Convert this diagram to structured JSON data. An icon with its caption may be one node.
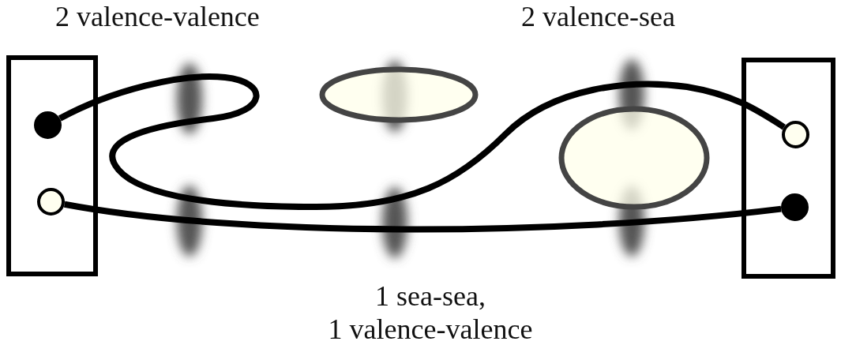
{
  "diagram": {
    "nodes": [
      {
        "text": [],
        "shape": "box"
      },
      {
        "text": [],
        "shape": "circle",
        "in": 0
      },
      {
        "text": [],
        "shape": "circle",
        "in": 0
      },
      {
        "text": [],
        "shape": "box"
      },
      {
        "text": [],
        "shape": "circle",
        "in": 3
      },
      {
        "text": [],
        "shape": "circle",
        "in": 3
      }
    ],
    "edges": [
      {
        "from": 1,
        "to": 4,
        "arrow": "none"
      },
      {
        "from": 2,
        "to": 5,
        "arrow": "none"
      }
    ],
    "labels": [
      "2 valence-valence",
      "2 valence-sea",
      "1 sea-sea, 1 valence-valence"
    ]
  }
}
